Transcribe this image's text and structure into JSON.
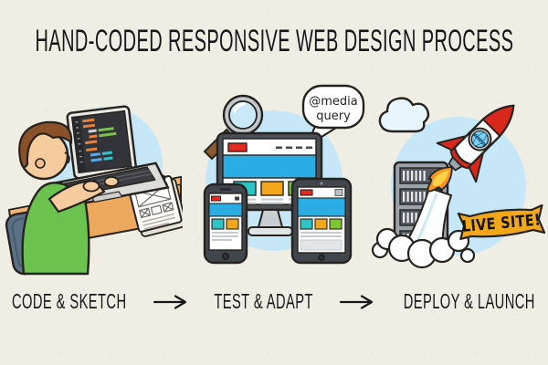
{
  "title": "HAND-CODED RESPONSIVE WEB DESIGN PROCESS",
  "steps": [
    {
      "label": "CODE & SKETCH"
    },
    {
      "label": "TEST & ADAPT"
    },
    {
      "label": "DEPLOY & LAUNCH"
    }
  ],
  "stage_test": {
    "speech_bubble": {
      "line1": "@media",
      "line2": "query"
    }
  },
  "stage_deploy": {
    "banner_label": "LIVE SITE!",
    "rocket_porthole_label": "WWW"
  },
  "colors": {
    "background": "#f0eee4",
    "ink": "#26221f",
    "halo_blue": "#c6e7f7",
    "desk_orange": "#eca85c",
    "shirt_green": "#6cc24e",
    "hero_blue": "#2aade4",
    "logo_red": "#df2b21",
    "box_cyan": "#2dc4c7",
    "box_orange": "#f2a71b",
    "box_green": "#7dc62e",
    "rocket_red": "#d8281c",
    "flame_orange": "#f7941d",
    "banner_yellow": "#f2a71b"
  }
}
